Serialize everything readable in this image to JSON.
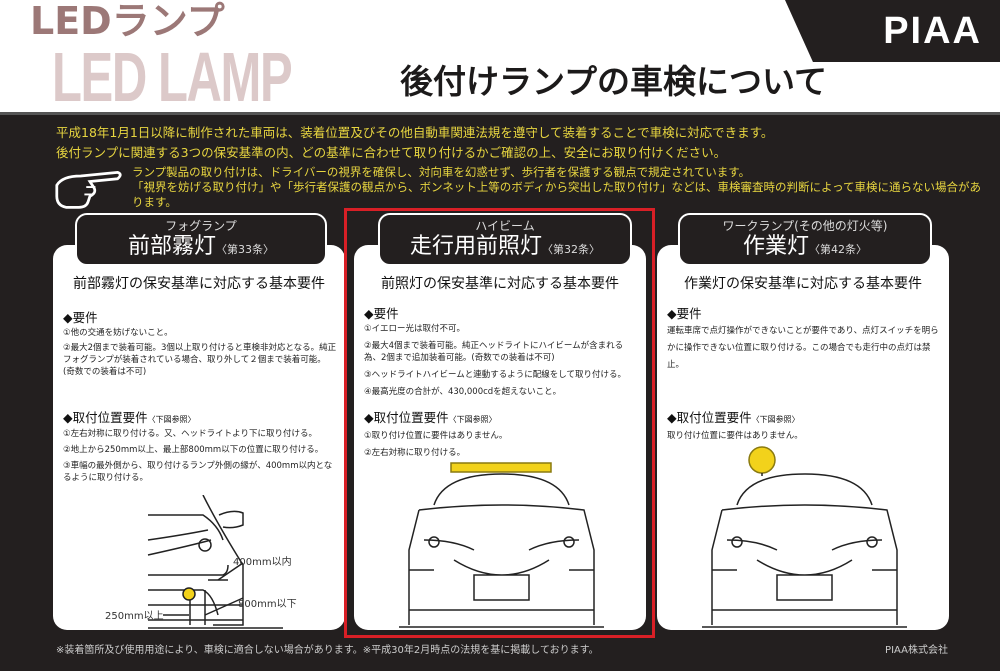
{
  "header": {
    "logo_bg": "LED LAMP",
    "logo_sub": "LEDランプ",
    "title": "後付けランプの車検について",
    "brand": "PIAA"
  },
  "intro": {
    "line1": "平成18年1月1日以降に制作された車両は、装着位置及びその他自動車関連法規を遵守して装着することで車検に対応できます。",
    "line2": "後付ランプに関連する3つの保安基準の内、どの基準に合わせて取り付けるかご確認の上、安全にお取り付けください。"
  },
  "note": {
    "icon": "pointing-hand-icon",
    "line1": "ランプ製品の取り付けは、ドライバーの視界を確保し、対向車を幻惑せず、歩行者を保護する観点で規定されています。",
    "line2": "「視界を妨げる取り付け」や「歩行者保護の観点から、ボンネット上等のボディから突出した取り付け」などは、車検審査時の判断によって車検に通らない場合があります。"
  },
  "panels": [
    {
      "sub": "フォグランプ",
      "name": "前部霧灯",
      "article": "〈第33条〉",
      "title": "前部霧灯の保安基準に対応する基本要件",
      "req_label": "◆要件",
      "reqs": [
        "①他の交通を妨げないこと。",
        "②最大2個まで装着可能。3個以上取り付けると車検非対応となる。純正フォグランプが装着されている場合、取り外して２個まで装着可能。(奇数での装着は不可)"
      ],
      "pos_label": "◆取付位置要件",
      "pos_note": "〈下図参照〉",
      "pos": [
        "①左右対称に取り付ける。又、ヘッドライトより下に取り付ける。",
        "②地上から250mm以上、最上部800mm以下の位置に取り付ける。",
        "③車幅の最外側から、取り付けるランプ外側の縁が、400mm以内となるように取り付ける。"
      ],
      "dims": [
        "400mm以内",
        "800mm以下",
        "250mm以上"
      ]
    },
    {
      "sub": "ハイビーム",
      "name": "走行用前照灯",
      "article": "〈第32条〉",
      "title": "前照灯の保安基準に対応する基本要件",
      "req_label": "◆要件",
      "reqs": [
        "①イエロー光は取付不可。",
        "②最大4個まで装着可能。純正ヘッドライトにハイビームが含まれる為、2個まで追加装着可能。(奇数での装着は不可)",
        "③ヘッドライトハイビームと連動するように配線をして取り付ける。",
        "④最高光度の合計が、430,000cdを超えないこと。"
      ],
      "pos_label": "◆取付位置要件",
      "pos_note": "〈下図参照〉",
      "pos": [
        "①取り付け位置に要件はありません。",
        "②左右対称に取り付ける。"
      ]
    },
    {
      "sub": "ワークランプ(その他の灯火等)",
      "name": "作業灯",
      "article": "〈第42条〉",
      "title": "作業灯の保安基準に対応する基本要件",
      "req_label": "◆要件",
      "reqs": [
        "運転車席で点灯操作ができないことが要件であり、点灯スイッチを明らかに操作できない位置に取り付ける。この場合でも走行中の点灯は禁止。"
      ],
      "pos_label": "◆取付位置要件",
      "pos_note": "〈下図参照〉",
      "pos": [
        "取り付け位置に要件はありません。"
      ]
    }
  ],
  "footer": {
    "note": "※装着箇所及び使用用途により、車検に適合しない場合があります。※平成30年2月時点の法規を基に掲載しております。",
    "company": "PIAA株式会社"
  },
  "colors": {
    "dark": "#231f1f",
    "yellow_text": "#e8d640",
    "highlight": "#d81f26",
    "lamp": "#f2d21b"
  }
}
